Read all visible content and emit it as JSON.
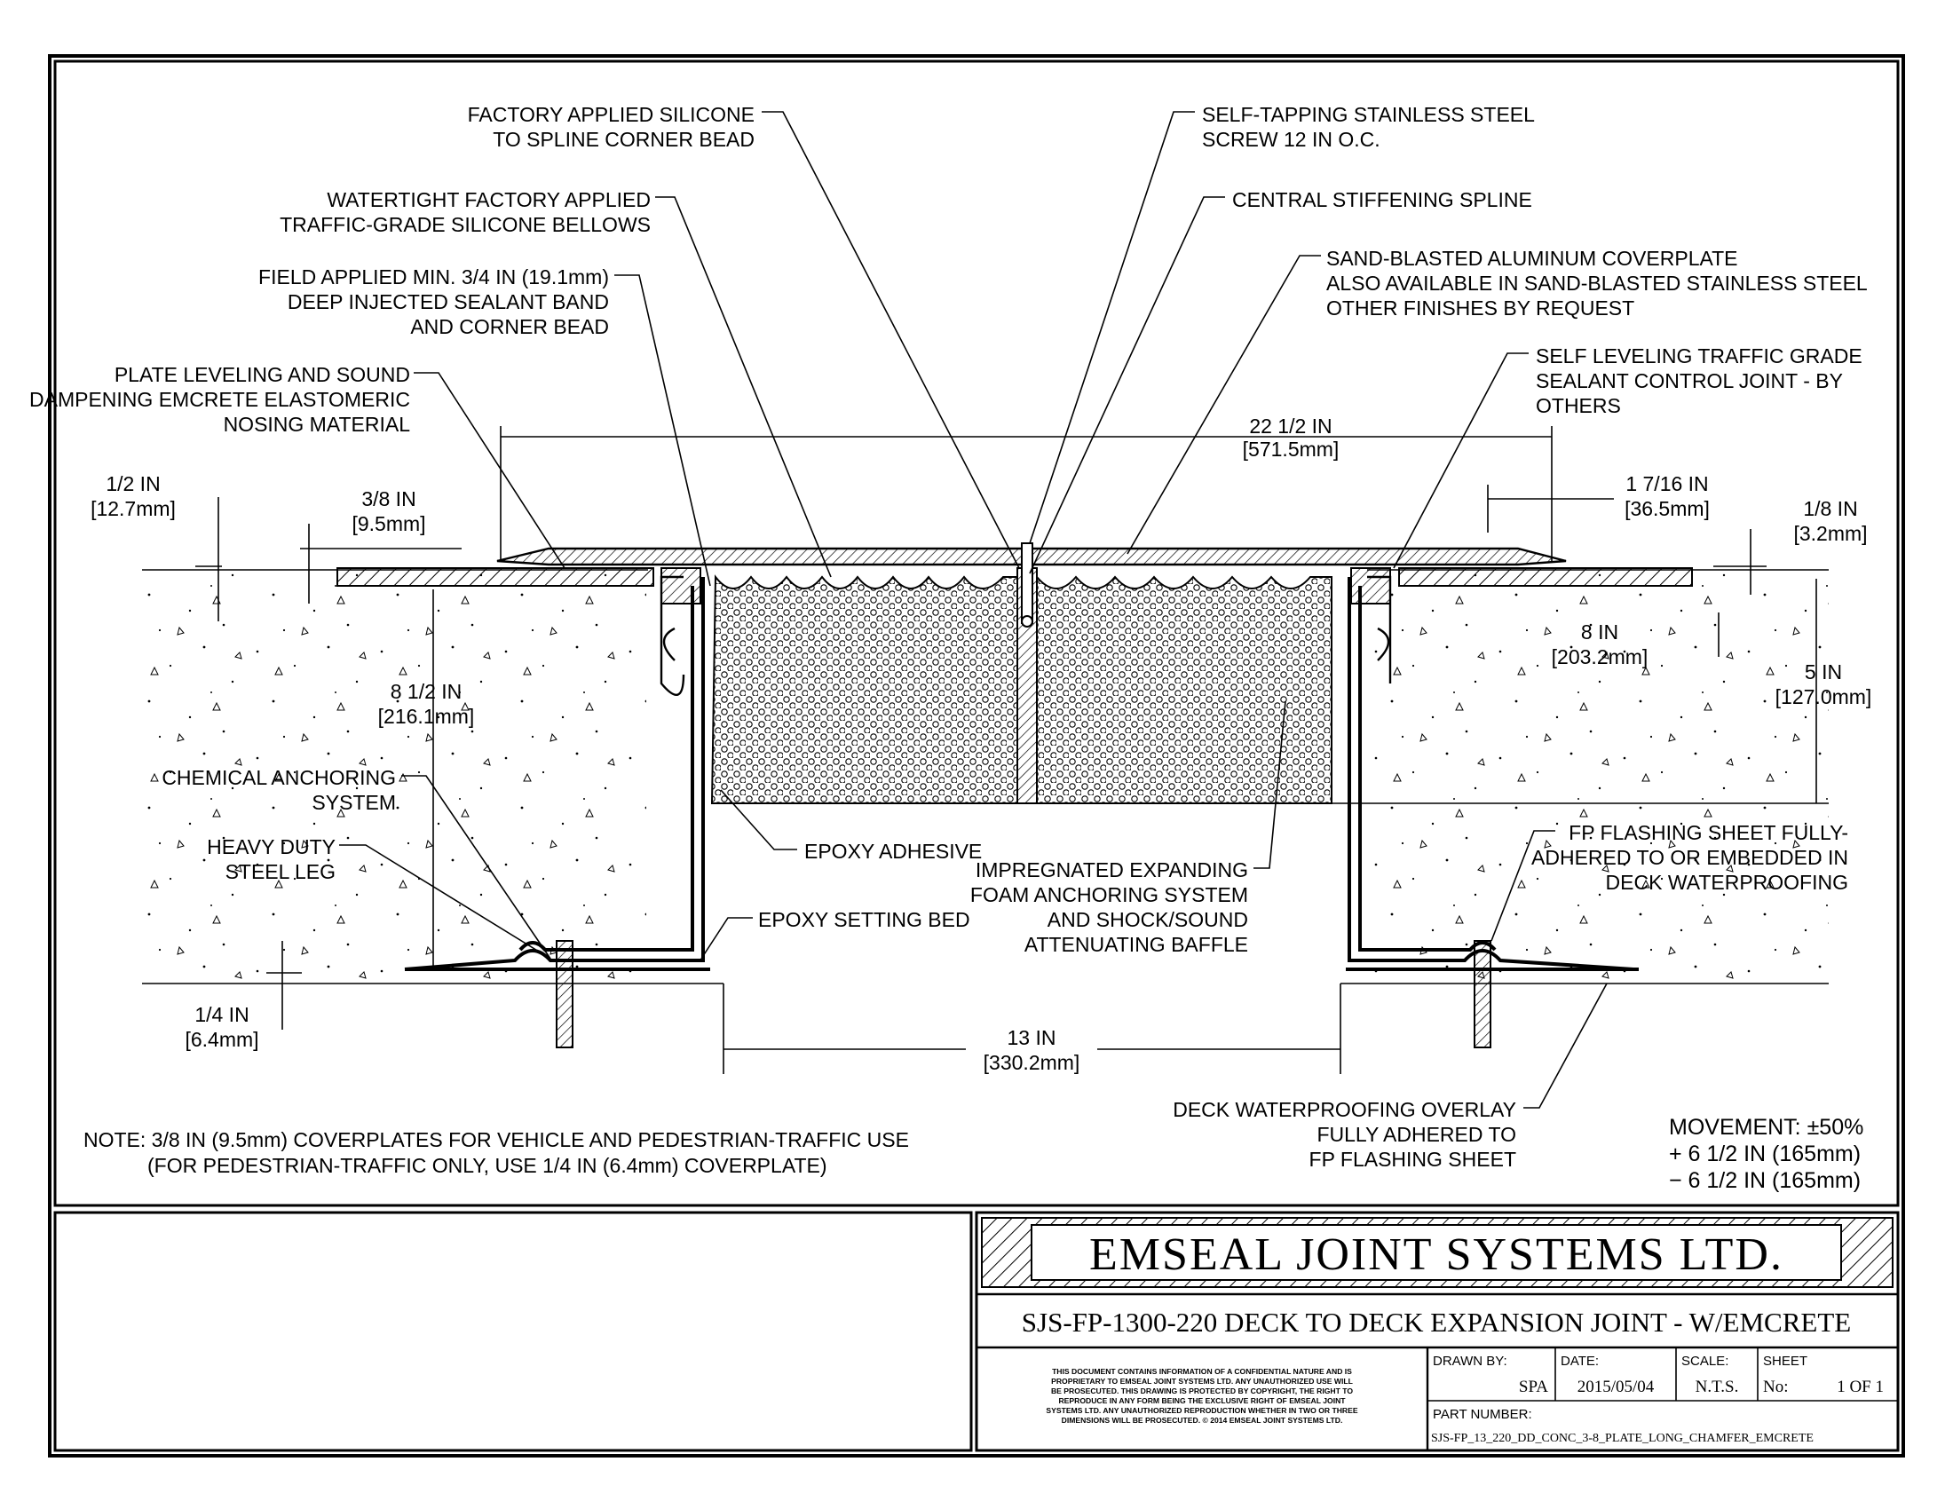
{
  "labels": {
    "silicone_corner": [
      "FACTORY APPLIED SILICONE",
      "TO SPLINE CORNER BEAD"
    ],
    "bellows": [
      "WATERTIGHT FACTORY APPLIED",
      "TRAFFIC-GRADE SILICONE BELLOWS"
    ],
    "sealant_band": [
      "FIELD APPLIED MIN. 3/4 IN (19.1mm)",
      "DEEP INJECTED SEALANT BAND",
      "AND CORNER BEAD"
    ],
    "nosing": [
      "PLATE LEVELING AND SOUND",
      "DAMPENING EMCRETE ELASTOMERIC",
      "NOSING MATERIAL"
    ],
    "screw": [
      "SELF-TAPPING STAINLESS STEEL",
      "SCREW 12 IN O.C."
    ],
    "spline": [
      "CENTRAL STIFFENING SPLINE"
    ],
    "coverplate": [
      "SAND-BLASTED ALUMINUM COVERPLATE",
      "ALSO AVAILABLE IN SAND-BLASTED STAINLESS STEEL",
      "OTHER FINISHES BY REQUEST"
    ],
    "control_joint": [
      "SELF LEVELING TRAFFIC GRADE",
      "SEALANT CONTROL JOINT - BY",
      "OTHERS"
    ],
    "chem_anchor": [
      "CHEMICAL ANCHORING",
      "SYSTEM"
    ],
    "steel_leg": [
      "HEAVY DUTY",
      "STEEL LEG"
    ],
    "epoxy_adhesive": [
      "EPOXY ADHESIVE"
    ],
    "epoxy_bed": [
      "EPOXY SETTING BED"
    ],
    "foam": [
      "IMPREGNATED EXPANDING",
      "FOAM ANCHORING SYSTEM",
      "AND SHOCK/SOUND",
      "ATTENUATING BAFFLE"
    ],
    "flashing": [
      "FP FLASHING SHEET FULLY-",
      "ADHERED TO OR EMBEDDED IN",
      "DECK WATERPROOFING"
    ],
    "overlay": [
      "DECK WATERPROOFING OVERLAY",
      "FULLY ADHERED TO",
      "FP FLASHING SHEET"
    ]
  },
  "dims": {
    "width_total": [
      "22 1/2 IN",
      "[571.5mm]"
    ],
    "d_half": [
      "1/2 IN",
      "[12.7mm]"
    ],
    "d_3_8": [
      "3/8 IN",
      "[9.5mm]"
    ],
    "d_1_7_16": [
      "1 7/16 IN",
      "[36.5mm]"
    ],
    "d_1_8": [
      "1/8 IN",
      "[3.2mm]"
    ],
    "d_8_half": [
      "8 1/2 IN",
      "[216.1mm]"
    ],
    "d_8": [
      "8 IN",
      "[203.2mm]"
    ],
    "d_5": [
      "5 IN",
      "[127.0mm]"
    ],
    "d_quarter": [
      "1/4 IN",
      "[6.4mm]"
    ],
    "d_13": [
      "13 IN",
      "[330.2mm]"
    ]
  },
  "note": [
    "NOTE: 3/8 IN (9.5mm) COVERPLATES FOR VEHICLE AND PEDESTRIAN-TRAFFIC USE",
    "(FOR PEDESTRIAN-TRAFFIC ONLY, USE 1/4 IN (6.4mm) COVERPLATE)"
  ],
  "movement": [
    "MOVEMENT: ±50%",
    "+ 6 1/2 IN (165mm)",
    "− 6 1/2 IN (165mm)"
  ],
  "title_block": {
    "company": "EMSEAL JOINT SYSTEMS LTD.",
    "title": "SJS-FP-1300-220 DECK TO DECK EXPANSION JOINT - W/EMCRETE",
    "confidential": [
      "THIS DOCUMENT CONTAINS INFORMATION OF A CONFIDENTIAL NATURE AND IS",
      "PROPRIETARY TO EMSEAL JOINT SYSTEMS LTD. ANY UNAUTHORIZED USE WILL",
      "BE PROSECUTED. THIS DRAWING IS PROTECTED BY COPYRIGHT, THE RIGHT TO",
      "REPRODUCE IN ANY FORM BEING THE EXCLUSIVE RIGHT OF EMSEAL JOINT",
      "SYSTEMS LTD. ANY UNAUTHORIZED REPRODUCTION WHETHER IN TWO OR THREE",
      "DIMENSIONS WILL BE PROSECUTED. © 2014 EMSEAL JOINT SYSTEMS LTD."
    ],
    "drawn_by_label": "DRAWN BY:",
    "drawn_by": "SPA",
    "date_label": "DATE:",
    "date": "2015/05/04",
    "scale_label": "SCALE:",
    "scale": "N.T.S.",
    "sheet_label": "SHEET",
    "sheet_no_label": "No:",
    "sheet": "1 OF 1",
    "part_label": "PART NUMBER:",
    "part_number": "SJS-FP_13_220_DD_CONC_3-8_PLATE_LONG_CHAMFER_EMCRETE"
  }
}
